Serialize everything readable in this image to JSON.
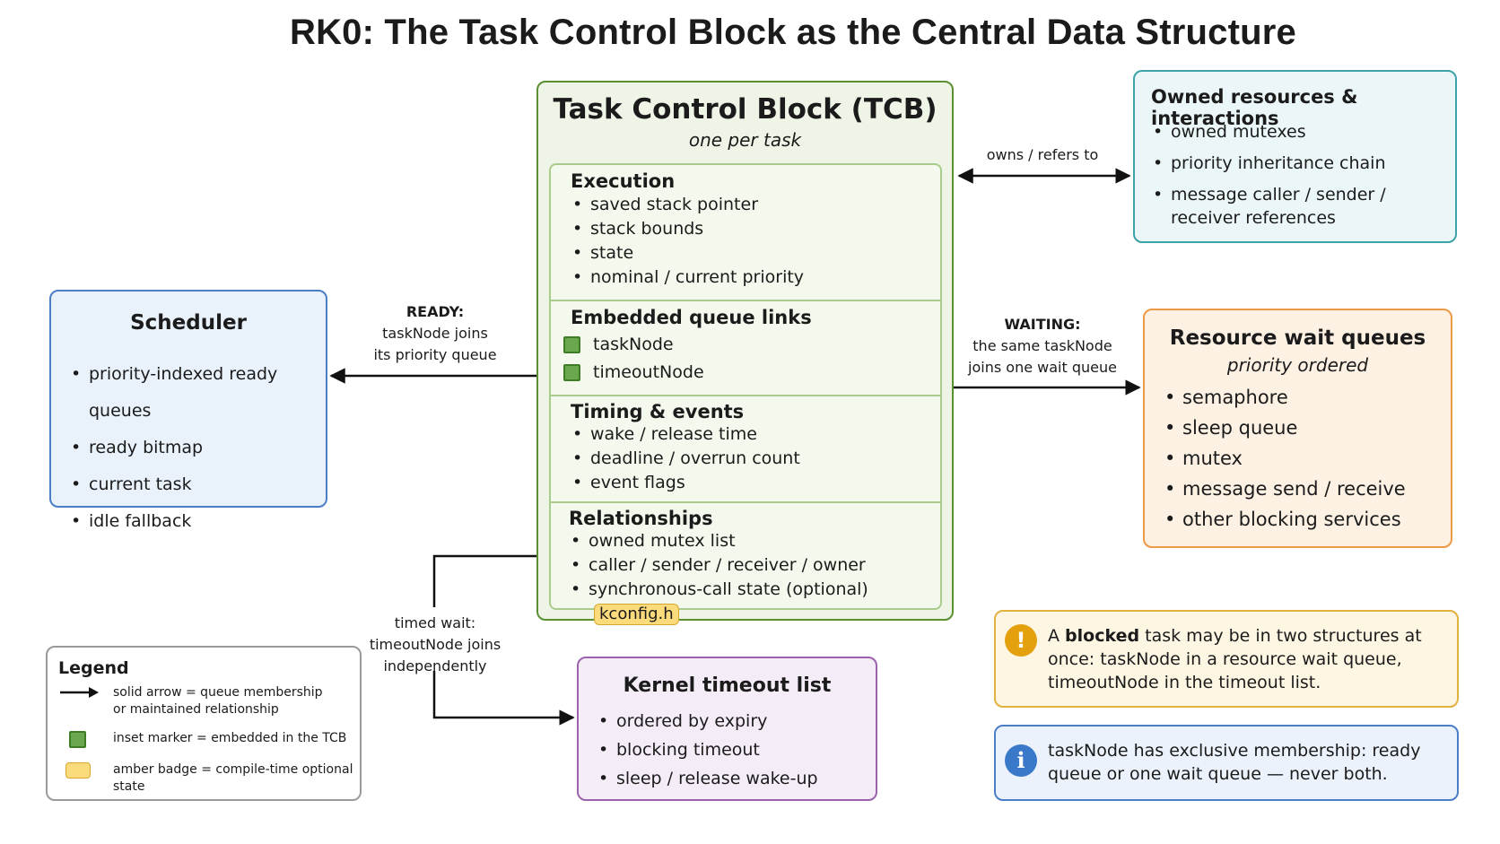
{
  "title": "RK0: The Task Control Block as the Central Data Structure",
  "tcb": {
    "title": "Task Control Block (TCB)",
    "subtitle": "one per task",
    "sections": {
      "execution": {
        "heading": "Execution",
        "items": [
          "saved stack pointer",
          "stack bounds",
          "state",
          "nominal / current priority"
        ]
      },
      "queue_links": {
        "heading": "Embedded queue links",
        "items": [
          "taskNode",
          "timeoutNode"
        ]
      },
      "timing": {
        "heading": "Timing & events",
        "items": [
          "wake / release time",
          "deadline / overrun count",
          "event flags"
        ]
      },
      "relationships": {
        "heading": "Relationships",
        "items": [
          "owned mutex list",
          "caller / sender / receiver / owner",
          "synchronous-call state (optional)"
        ],
        "badge": "kconfig.h"
      }
    }
  },
  "scheduler": {
    "title": "Scheduler",
    "items": [
      "priority-indexed ready queues",
      "ready bitmap",
      "current task",
      "idle fallback"
    ]
  },
  "owned": {
    "title": "Owned resources & interactions",
    "items": [
      "owned mutexes",
      "priority inheritance chain",
      "message caller / sender / receiver references"
    ]
  },
  "waitq": {
    "title": "Resource wait queues",
    "subtitle": "priority ordered",
    "items": [
      "semaphore",
      "sleep queue",
      "mutex",
      "message send / receive",
      "other blocking services"
    ]
  },
  "timeout_list": {
    "title": "Kernel timeout list",
    "items": [
      "ordered by expiry",
      "blocking timeout",
      "sleep / release wake-up"
    ]
  },
  "arrows": {
    "ready": {
      "head": "READY:",
      "line1": "taskNode joins",
      "line2": "its priority queue"
    },
    "waiting": {
      "head": "WAITING:",
      "line1": "the same taskNode",
      "line2": "joins one wait queue"
    },
    "owns": {
      "label": "owns / refers to"
    },
    "timed": {
      "line1": "timed wait:",
      "line2": "timeoutNode joins",
      "line3": "independently"
    }
  },
  "legend": {
    "title": "Legend",
    "solid_arrow_1": "solid arrow = queue membership",
    "solid_arrow_2": "or maintained relationship",
    "inset_marker": "inset marker = embedded in the TCB",
    "amber_badge": "amber badge = compile-time optional state"
  },
  "notes": {
    "blocked": {
      "pre": "A ",
      "bold": "blocked",
      "post": " task may be in two structures at once: taskNode in a resource wait queue, timeoutNode in the timeout list.",
      "icon": "warning-icon"
    },
    "exclusive": {
      "text": "taskNode has exclusive membership: ready queue or one wait queue — never both.",
      "icon": "info-icon"
    }
  },
  "colors": {
    "tcb": "#5a8f32",
    "scheduler": "#4a7ec6",
    "owned": "#3da3a9",
    "waitq": "#ec9a45",
    "timeout_list": "#9b62ad",
    "badge": "#fcdb7c"
  }
}
